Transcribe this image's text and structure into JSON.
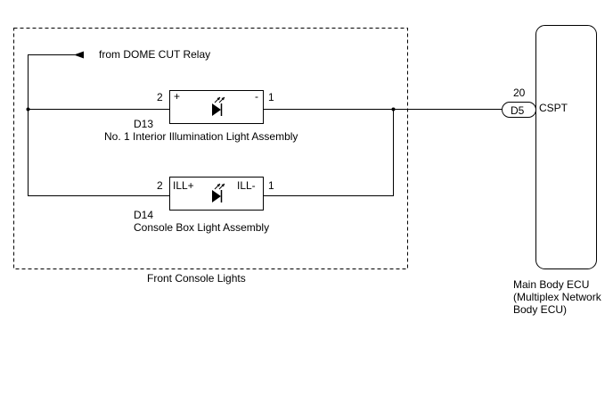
{
  "source_label": "from DOME CUT Relay",
  "group_label": "Front Console Lights",
  "d13": {
    "code": "D13",
    "name": "No. 1 Interior Illumination Light Assembly",
    "pin_left": "2",
    "pin_right": "1",
    "term_left": "+",
    "term_right": "-"
  },
  "d14": {
    "code": "D14",
    "name": "Console Box Light Assembly",
    "pin_left": "2",
    "pin_right": "1",
    "term_left": "ILL+",
    "term_right": "ILL-"
  },
  "ecu": {
    "pin": "20",
    "connector": "D5",
    "terminal": "CSPT",
    "name_line1": "Main Body ECU",
    "name_line2": "(Multiplex Network",
    "name_line3": "Body ECU)"
  },
  "colors": {
    "line": "#000000",
    "background": "#ffffff"
  }
}
